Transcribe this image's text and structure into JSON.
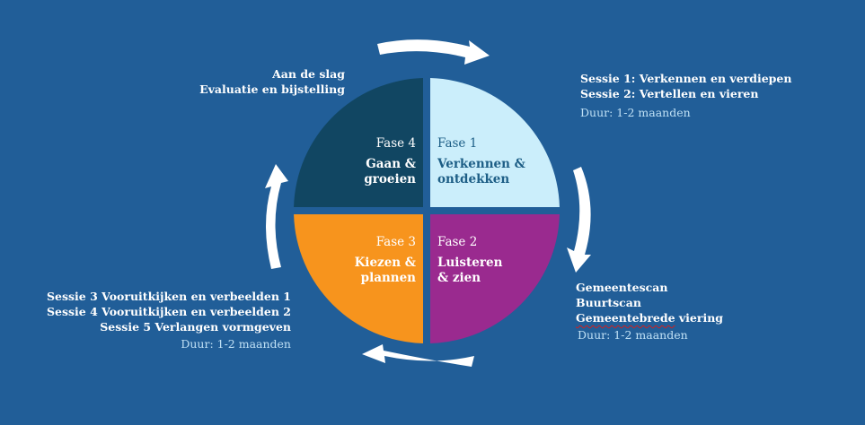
{
  "diagram": {
    "colors": {
      "background": "#215e98",
      "fase1": "#cbeefb",
      "fase2": "#9a2a8f",
      "fase3": "#f7941d",
      "fase4": "#114662",
      "fase1_text": "#1d5e86",
      "arrows": "#ffffff"
    },
    "phases": [
      {
        "id": "fase1",
        "fase": "Fase 1",
        "title_line1": "Verkennen &",
        "title_line2": "ontdekken"
      },
      {
        "id": "fase2",
        "fase": "Fase 2",
        "title_line1": "Luisteren",
        "title_line2": "& zien"
      },
      {
        "id": "fase3",
        "fase": "Fase 3",
        "title_line1": "Kiezen &",
        "title_line2": "plannen"
      },
      {
        "id": "fase4",
        "fase": "Fase 4",
        "title_line1": "Gaan &",
        "title_line2": "groeien"
      }
    ],
    "annotations": {
      "fase1": {
        "lines": [
          "Sessie 1: Verkennen en verdiepen",
          "Sessie 2: Vertellen en vieren"
        ],
        "duration": "Duur: 1-2 maanden"
      },
      "fase2": {
        "lines": [
          "Gemeentescan",
          "Buurtscan",
          "Gemeentebrede",
          " viering"
        ],
        "duration": "Duur: 1-2 maanden"
      },
      "fase3": {
        "lines": [
          "Sessie 3 Vooruitkijken en verbeelden 1",
          "Sessie 4 Vooruitkijken en verbeelden 2",
          "Sessie 5 Verlangen vormgeven"
        ],
        "duration": "Duur: 1-2 maanden"
      },
      "fase4": {
        "lines": [
          "Aan de slag",
          "Evaluatie en bijstelling"
        ]
      }
    },
    "arrows": [
      "arrow-top-clockwise",
      "arrow-right-clockwise",
      "arrow-bottom-clockwise",
      "arrow-left-clockwise"
    ]
  }
}
